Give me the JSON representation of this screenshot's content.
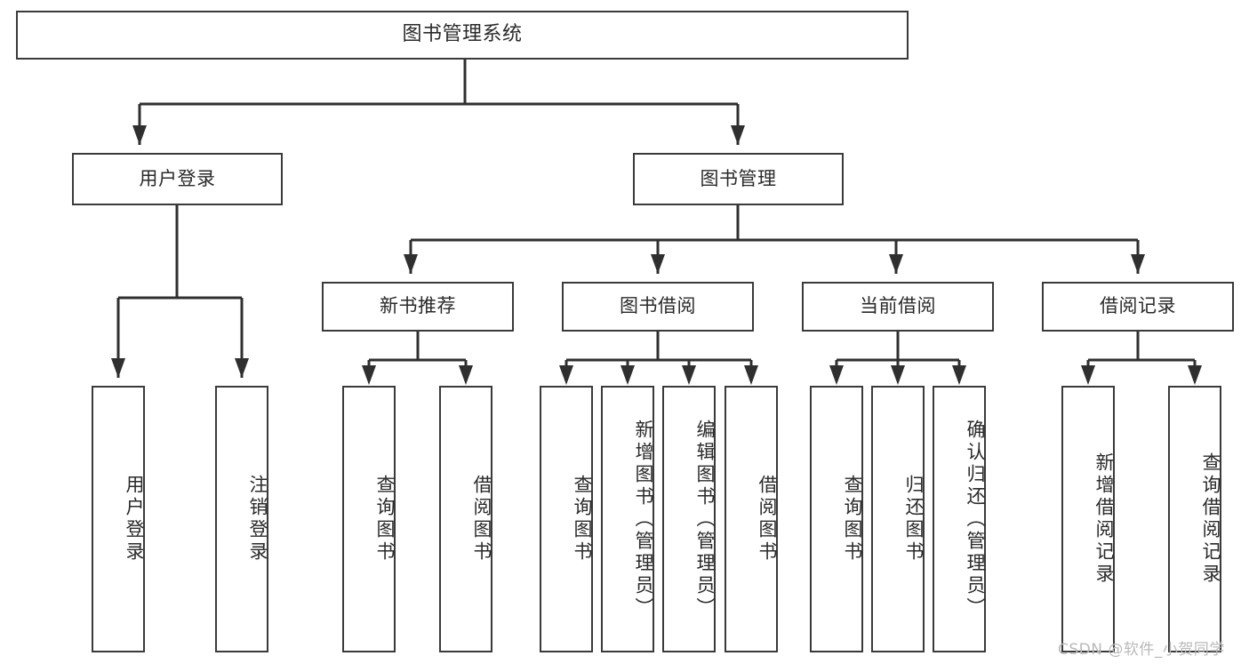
{
  "diagram": {
    "title": "图书管理系统",
    "type": "hierarchy-tree",
    "orientation": "top-down",
    "colors": {
      "box_stroke": "#3a3a3a",
      "box_fill": "#ffffff",
      "connector": "#2f2f2f",
      "text": "#2a2a2a",
      "background": "#ffffff",
      "watermark": "#b9b9b9"
    },
    "root": {
      "label": "图书管理系统"
    },
    "level2": [
      {
        "label": "用户登录"
      },
      {
        "label": "图书管理"
      }
    ],
    "level3": [
      {
        "label": "新书推荐"
      },
      {
        "label": "图书借阅"
      },
      {
        "label": "当前借阅"
      },
      {
        "label": "借阅记录"
      }
    ],
    "leaves": {
      "user_login": [
        {
          "label": "用户登录"
        },
        {
          "label": "注销登录"
        }
      ],
      "new_book_recommend": [
        {
          "label": "查询图书"
        },
        {
          "label": "借阅图书"
        }
      ],
      "book_borrow": [
        {
          "label": "查询图书"
        },
        {
          "label": "新增图书（管理员）"
        },
        {
          "label": "编辑图书（管理员）"
        },
        {
          "label": "借阅图书"
        }
      ],
      "current_borrow": [
        {
          "label": "查询图书"
        },
        {
          "label": "归还图书"
        },
        {
          "label": "确认归还（管理员）"
        }
      ],
      "borrow_record": [
        {
          "label": "新增借阅记录"
        },
        {
          "label": "查询借阅记录"
        }
      ]
    }
  },
  "watermark": {
    "text": "CSDN @软件_小贺同学"
  }
}
